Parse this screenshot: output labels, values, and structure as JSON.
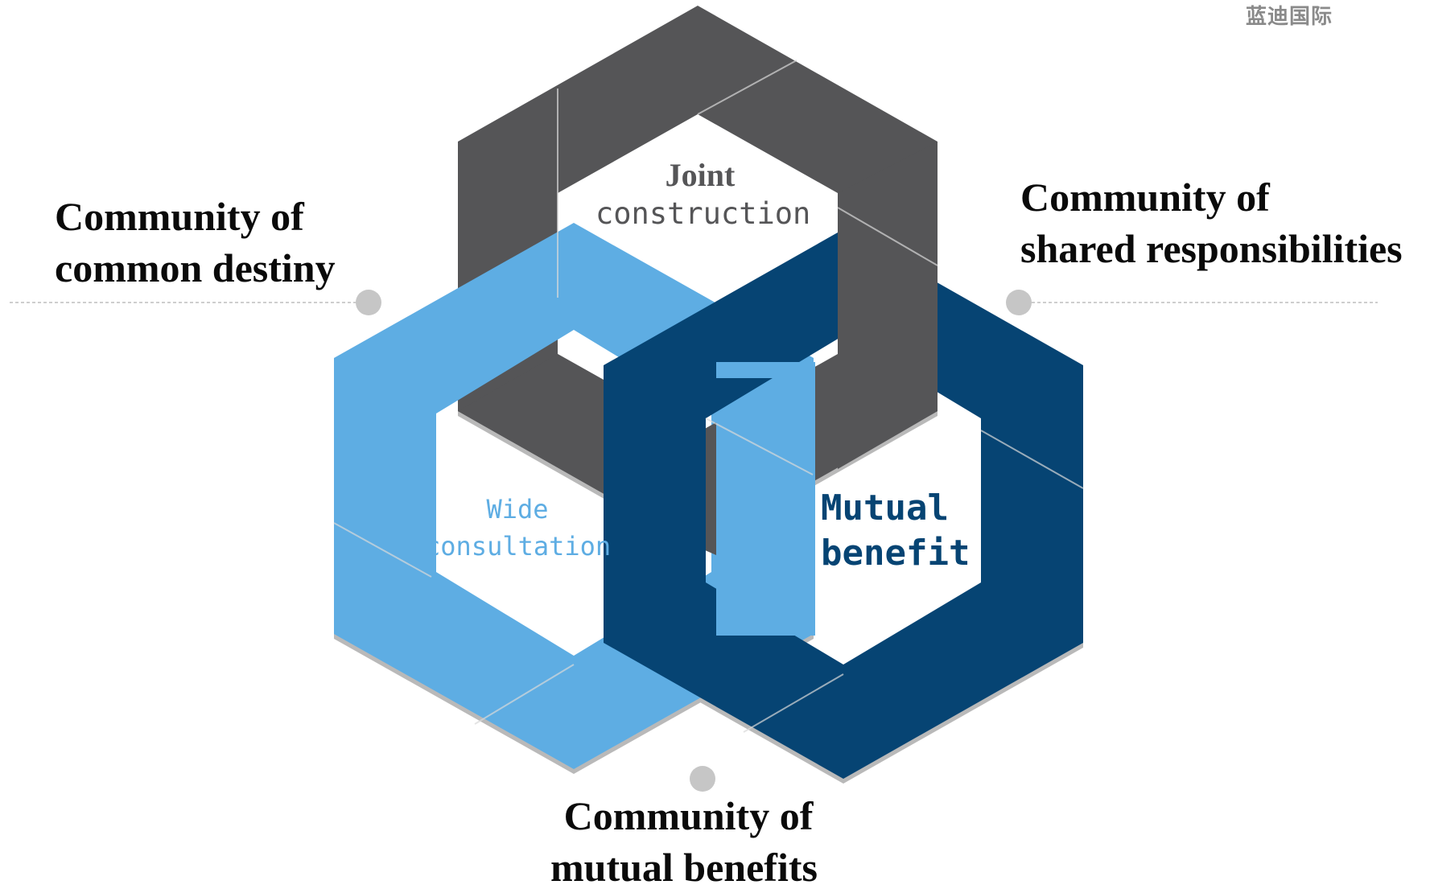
{
  "brand": {
    "text": "蓝迪国际"
  },
  "colors": {
    "dark_gray": "#555557",
    "light_blue": "#5eade3",
    "navy": "#064473",
    "shadow": "#b9b9b9",
    "dot": "#c6c6c6",
    "line": "#bdbdbd"
  },
  "rings": {
    "joint": {
      "line1": "Joint",
      "line2": "construction"
    },
    "wide": {
      "line1": "Wide",
      "line2": "consultation"
    },
    "mutual": {
      "line1": "Mutual",
      "line2": "benefit"
    }
  },
  "labels": {
    "destiny": {
      "line1": "Community of",
      "line2": "common destiny"
    },
    "responsibilities": {
      "line1": "Community of",
      "line2": "shared responsibilities"
    },
    "benefits": {
      "line1": "Community of",
      "line2": "mutual benefits"
    }
  }
}
